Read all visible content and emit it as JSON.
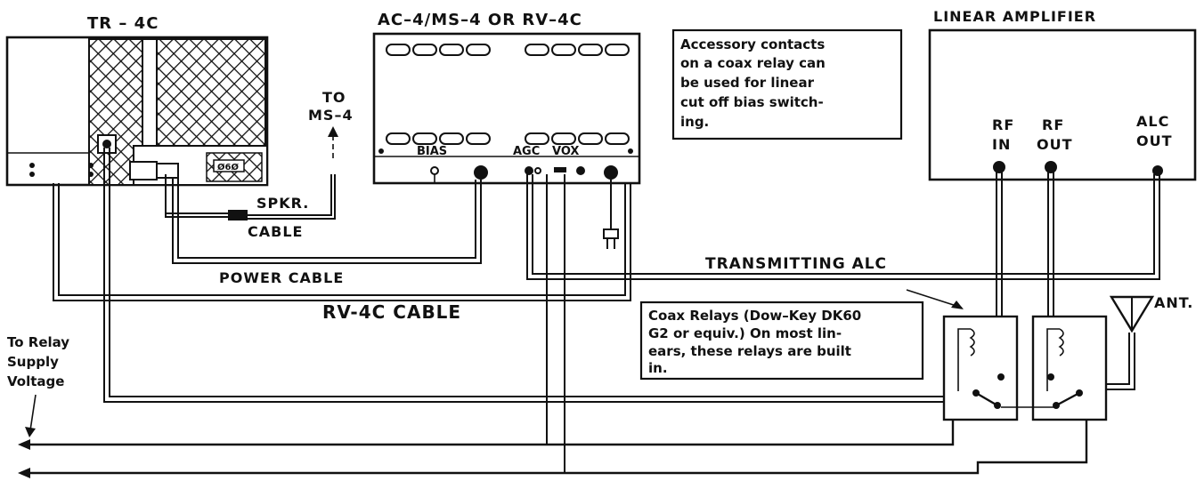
{
  "equipment": {
    "tr4c": {
      "label": "TR – 4C",
      "panel_label": "Ø6Ø"
    },
    "ac4": {
      "label": "AC–4/MS–4 OR RV–4C",
      "bias": "BIAS",
      "agc": "AGC",
      "vox": "VOX"
    },
    "linear": {
      "label": "LINEAR AMPLIFIER",
      "rf_in": [
        "RF",
        "IN"
      ],
      "rf_out": [
        "RF",
        "OUT"
      ],
      "alc_out": [
        "ALC",
        "OUT"
      ]
    }
  },
  "notes": {
    "accessory": [
      "Accessory contacts",
      "on a coax relay can",
      "be used for linear",
      "cut off bias switch-",
      "ing."
    ],
    "coax_relays": [
      "Coax Relays (Dow–Key DK60",
      "G2 or equiv.) On most lin-",
      "ears, these relays are built",
      "in."
    ],
    "relay_supply": [
      "To Relay",
      "Supply",
      "Voltage"
    ],
    "to_ms4": [
      "TO",
      "MS–4"
    ]
  },
  "cables": {
    "speaker": [
      "SPKR.",
      "CABLE"
    ],
    "power": "POWER  CABLE",
    "rv4c": "RV-4C  CABLE",
    "alc": "TRANSMITTING  ALC",
    "antenna": "ANT."
  }
}
